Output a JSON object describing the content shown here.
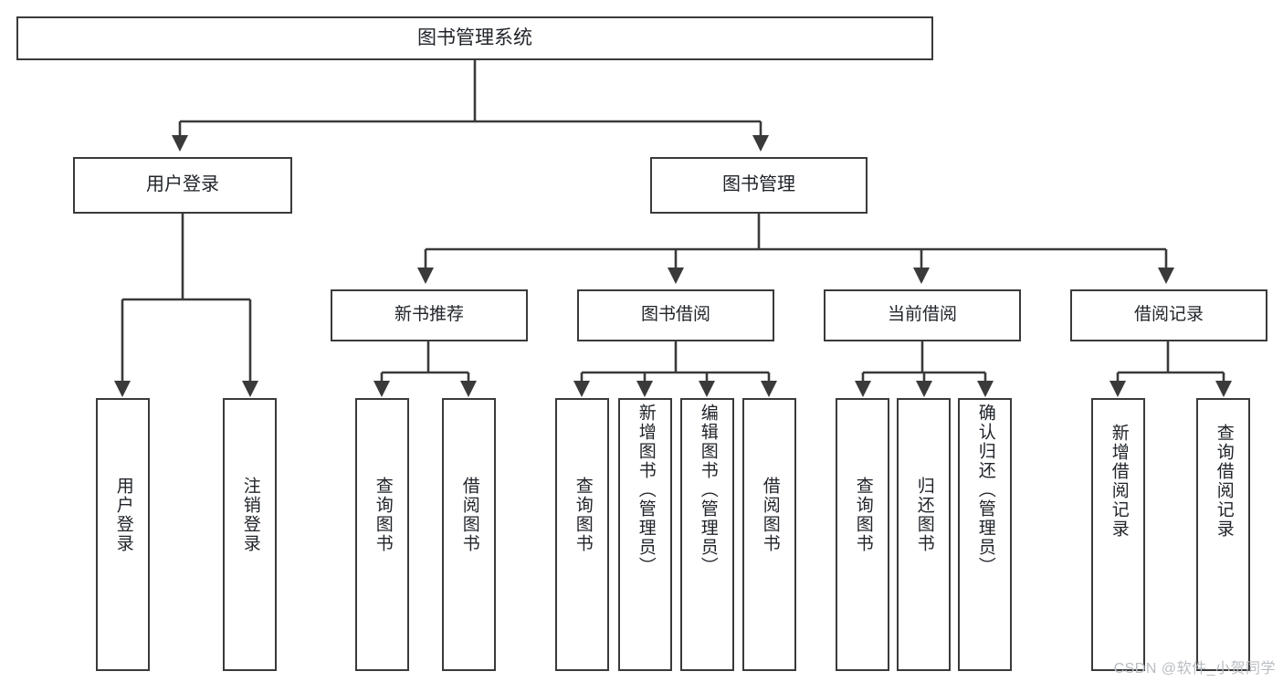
{
  "diagram": {
    "title": "图书管理系统",
    "type": "tree-hierarchy",
    "watermark": "CSDN @软件_小贺同学",
    "colors": {
      "node_border": "#3a3a3a",
      "node_fill": "#ffffff",
      "edge": "#3a3a3a",
      "text": "#20242a",
      "watermark": "#b9bdc2",
      "background": "#ffffff"
    },
    "root": {
      "id": "root",
      "label": "图书管理系统"
    },
    "level1": [
      {
        "id": "user-login",
        "label": "用户登录"
      },
      {
        "id": "book-manage",
        "label": "图书管理"
      }
    ],
    "level2": [
      {
        "id": "new-book-rec",
        "label": "新书推荐",
        "parent": "book-manage"
      },
      {
        "id": "book-borrow",
        "label": "图书借阅",
        "parent": "book-manage"
      },
      {
        "id": "current-borrow",
        "label": "当前借阅",
        "parent": "book-manage"
      },
      {
        "id": "borrow-record",
        "label": "借阅记录",
        "parent": "book-manage"
      }
    ],
    "leaves": [
      {
        "id": "leaf-user-login",
        "label": "用户登录",
        "parent": "user-login"
      },
      {
        "id": "leaf-user-logout",
        "label": "注销登录",
        "parent": "user-login"
      },
      {
        "id": "leaf-query-book-1",
        "label": "查询图书",
        "parent": "new-book-rec"
      },
      {
        "id": "leaf-borrow-book-1",
        "label": "借阅图书",
        "parent": "new-book-rec"
      },
      {
        "id": "leaf-query-book-2",
        "label": "查询图书",
        "parent": "book-borrow"
      },
      {
        "id": "leaf-add-book",
        "label": "新增图书（管理员）",
        "parent": "book-borrow"
      },
      {
        "id": "leaf-edit-book",
        "label": "编辑图书（管理员）",
        "parent": "book-borrow"
      },
      {
        "id": "leaf-borrow-book-2",
        "label": "借阅图书",
        "parent": "book-borrow"
      },
      {
        "id": "leaf-query-book-3",
        "label": "查询图书",
        "parent": "current-borrow"
      },
      {
        "id": "leaf-return-book",
        "label": "归还图书",
        "parent": "current-borrow"
      },
      {
        "id": "leaf-confirm-return",
        "label": "确认归还（管理员）",
        "parent": "current-borrow"
      },
      {
        "id": "leaf-add-record",
        "label": "新增借阅记录",
        "parent": "borrow-record"
      },
      {
        "id": "leaf-query-record",
        "label": "查询借阅记录",
        "parent": "borrow-record"
      }
    ]
  }
}
